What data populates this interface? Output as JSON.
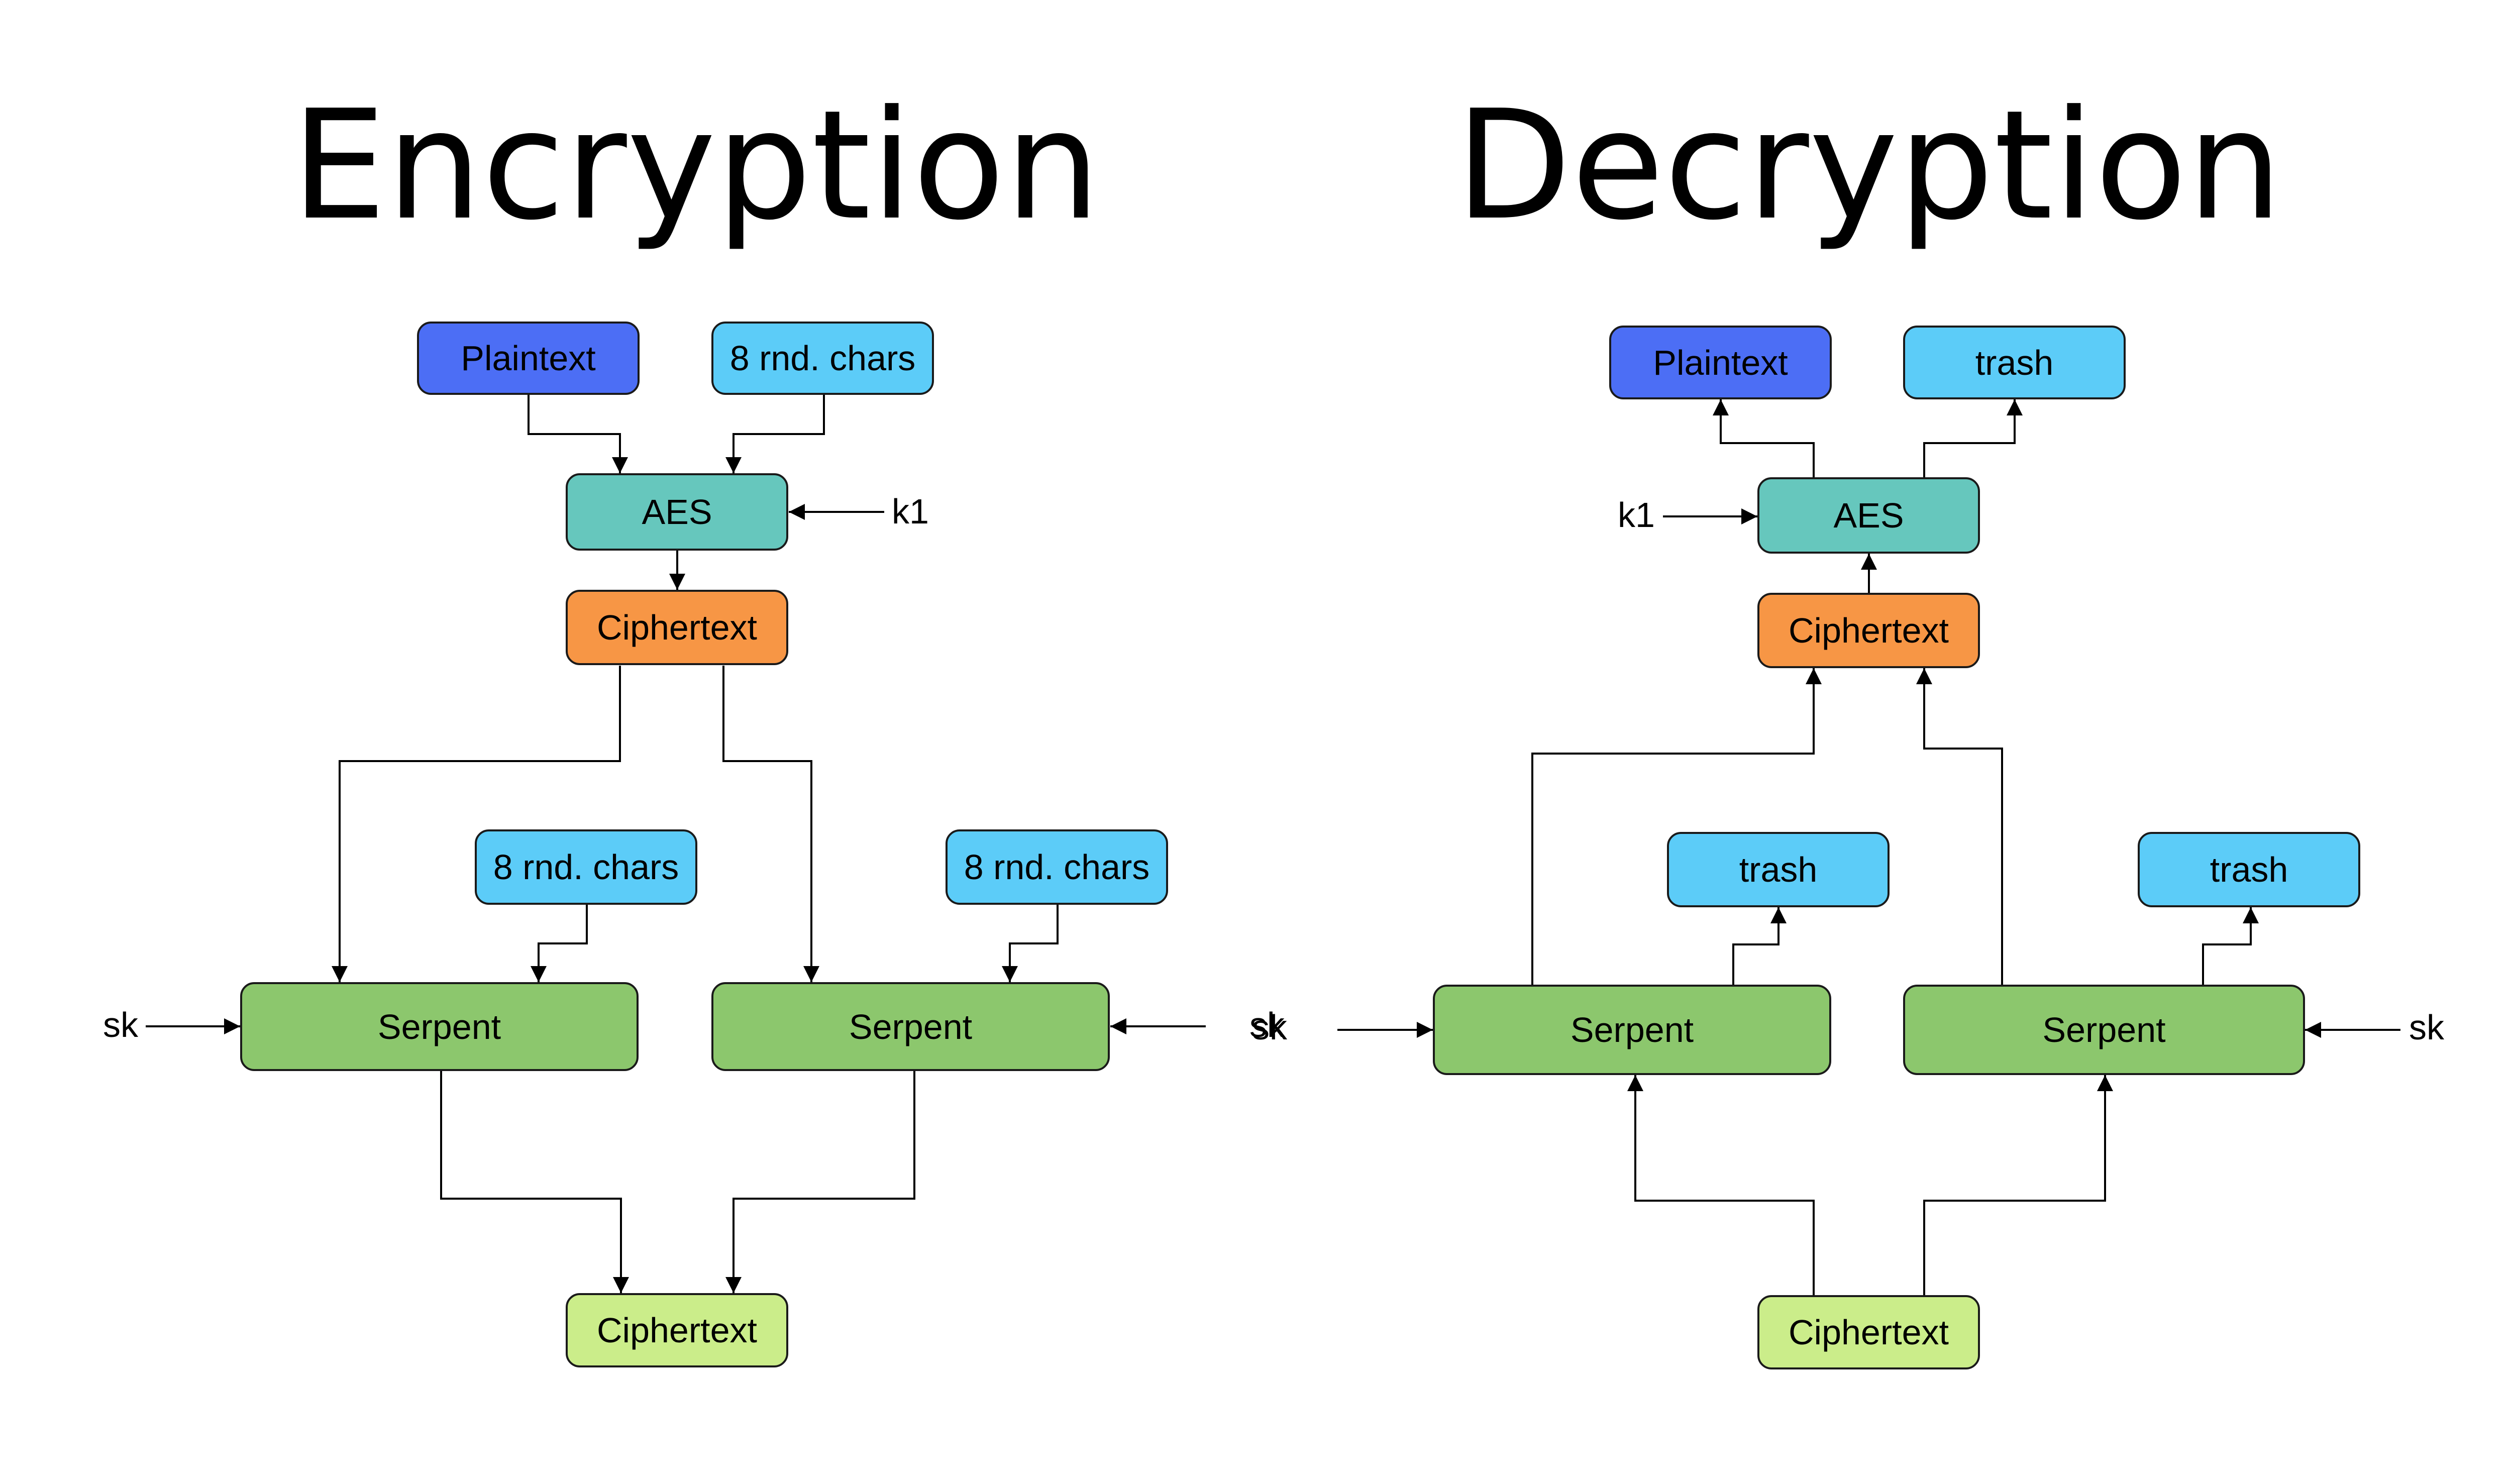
{
  "colors": {
    "plaintext": "#4C6EF5",
    "random_chars": "#5CCCF8",
    "aes": "#66C7BD",
    "ciphertext_mid": "#F79645",
    "serpent": "#8CC76D",
    "ciphertext_final": "#CBED8A",
    "line": "#000000"
  },
  "encryption": {
    "title": "Encryption",
    "plaintext": "Plaintext",
    "rnd_chars_top": "8 rnd. chars",
    "aes": "AES",
    "key_label": "k1",
    "ciphertext_mid": "Ciphertext",
    "rnd_chars_left": "8 rnd. chars",
    "rnd_chars_right": "8 rnd. chars",
    "serpent_left": "Serpent",
    "serpent_right": "Serpent",
    "serpent_key_left": "sk",
    "serpent_key_right": "sk",
    "ciphertext_final": "Ciphertext"
  },
  "decryption": {
    "title": "Decryption",
    "plaintext": "Plaintext",
    "trash_top": "trash",
    "aes": "AES",
    "key_label": "k1",
    "ciphertext_mid": "Ciphertext",
    "trash_left": "trash",
    "trash_right": "trash",
    "serpent_left": "Serpent",
    "serpent_right": "Serpent",
    "serpent_key_left": "sk",
    "serpent_key_right": "sk",
    "ciphertext_input": "Ciphertext"
  }
}
